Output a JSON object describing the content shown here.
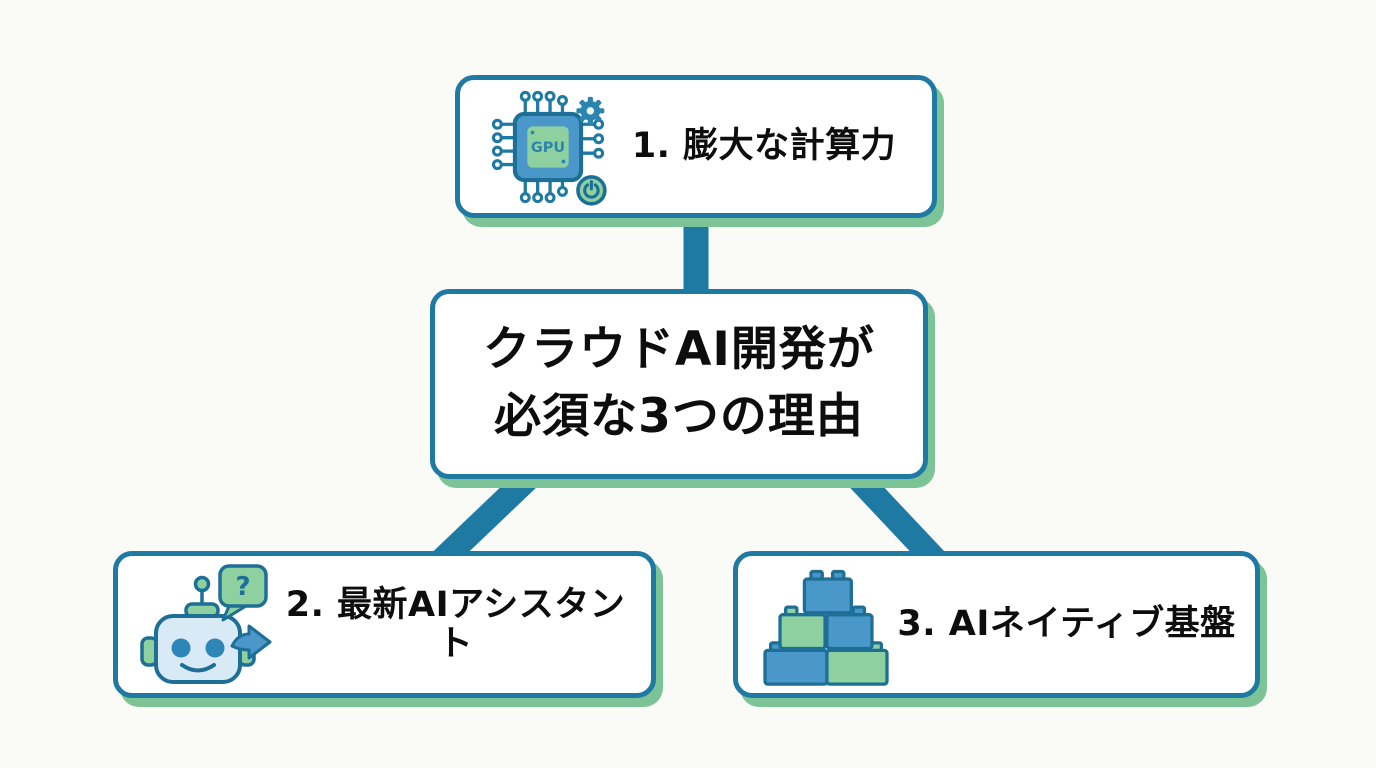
{
  "colors": {
    "background": "#fafaf7",
    "border_teal": "#1f7aa3",
    "shadow_green": "#7cc496",
    "text_black": "#0d0d0d",
    "box_bg": "#ffffff",
    "icon_blue": "#4a97c9",
    "icon_blue_deep": "#2b85ae",
    "icon_green": "#8fd0a0",
    "icon_light_blue": "#d8eaf6",
    "icon_eye_blue": "#2e86b8",
    "icon_dark": "#1d6f96"
  },
  "diagram": {
    "center_node": {
      "title_line1": "クラウドAI開発が",
      "title_line2": "必須な3つの理由"
    },
    "top_node": {
      "label": "1. 膨大な計算力",
      "icon": "gpu-chip-icon",
      "chip_text": "GPU"
    },
    "bottom_left_node": {
      "label": "2. 最新AIアシスタント",
      "icon": "robot-assistant-icon",
      "bubble_text": "?"
    },
    "bottom_right_node": {
      "label": "3. AIネイティブ基盤",
      "icon": "building-blocks-icon"
    }
  }
}
